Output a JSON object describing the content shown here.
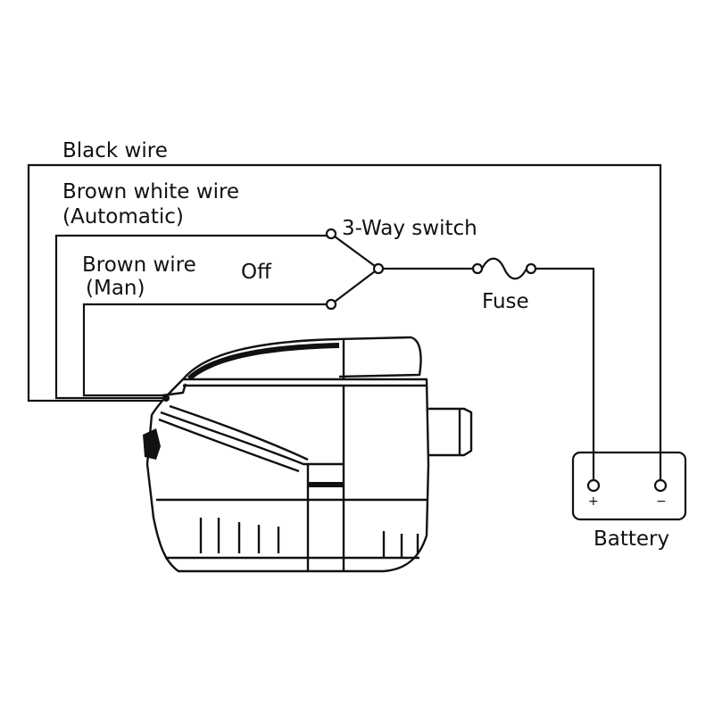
{
  "labels": {
    "black_wire": "Black wire",
    "brown_white_wire": "Brown white wire",
    "automatic": "(Automatic)",
    "brown_wire": "Brown wire",
    "man": "(Man)",
    "off": "Off",
    "switch": "3-Way switch",
    "fuse": "Fuse",
    "battery": "Battery",
    "battery_plus": "+",
    "battery_minus": "−"
  },
  "colors": {
    "line": "#111111",
    "background": "#ffffff"
  }
}
